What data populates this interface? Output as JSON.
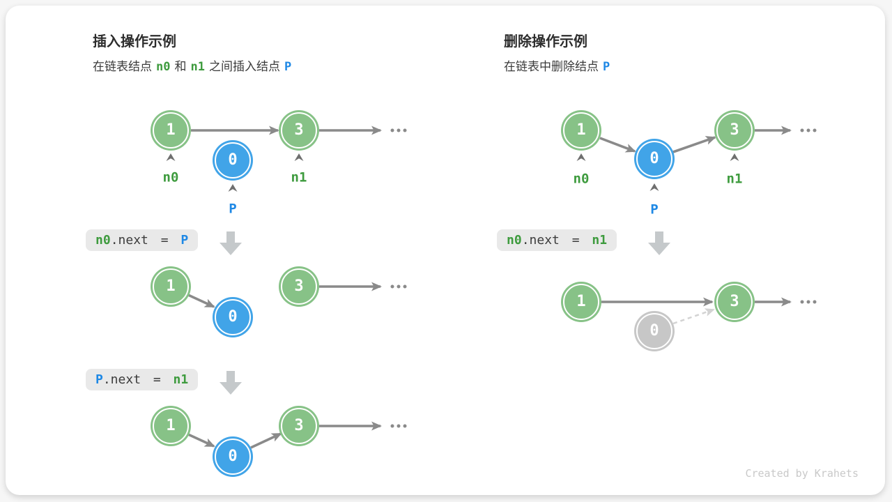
{
  "colors": {
    "node_green": "#87c287",
    "node_blue": "#41a4e8",
    "node_gray": "#c7c7c7",
    "label_green": "#3e9b3e",
    "label_blue": "#1e88e5",
    "arrow_gray": "#8a8a8a",
    "arrow_dashed": "#d3d3d3",
    "code_bg": "#e9e9e9",
    "block_arrow": "#c5c9cb"
  },
  "insert": {
    "title": "插入操作示例",
    "subtitle": {
      "p1": "在链表结点",
      "n0": "n0",
      "p2": "和",
      "n1": "n1",
      "p3": "之间插入结点",
      "p": "P"
    },
    "labels": {
      "n0": "n0",
      "n1": "n1",
      "p": "P"
    },
    "d1": {
      "v1": "1",
      "v2": "3",
      "vp": "0"
    },
    "code1": {
      "t1": "n0",
      "t2": ".next = ",
      "t3": "P"
    },
    "d2": {
      "v1": "1",
      "v2": "3",
      "vp": "0"
    },
    "code2": {
      "t1": "P",
      "t2": ".next = ",
      "t3": "n1"
    },
    "d3": {
      "v1": "1",
      "v2": "3",
      "vp": "0"
    }
  },
  "del": {
    "title": "删除操作示例",
    "subtitle": {
      "p1": "在链表中删除结点",
      "p": "P"
    },
    "labels": {
      "n0": "n0",
      "n1": "n1",
      "p": "P"
    },
    "d1": {
      "v1": "1",
      "v2": "3",
      "vp": "0"
    },
    "code1": {
      "t1": "n0",
      "t2": ".next = ",
      "t3": "n1"
    },
    "d2": {
      "v1": "1",
      "v2": "3",
      "vp": "0"
    }
  },
  "watermark": "Created by Krahets"
}
